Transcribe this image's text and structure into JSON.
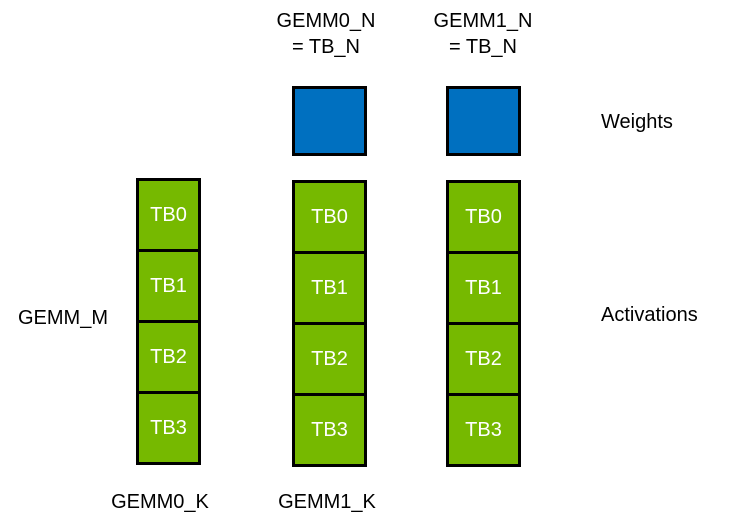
{
  "diagram": {
    "title_context": "GEMM thread-block tiling diagram",
    "column_headers": [
      {
        "line1": "GEMM0_N",
        "line2": "= TB_N"
      },
      {
        "line1": "GEMM1_N",
        "line2": "= TB_N"
      }
    ],
    "row_labels": {
      "weights": "Weights",
      "activations": "Activations",
      "gemm_m": "GEMM_M"
    },
    "bottom_labels": [
      "GEMM0_K",
      "GEMM1_K"
    ],
    "activation_columns": [
      {
        "cells": [
          "TB0",
          "TB1",
          "TB2",
          "TB3"
        ]
      },
      {
        "cells": [
          "TB0",
          "TB1",
          "TB2",
          "TB3"
        ]
      },
      {
        "cells": [
          "TB0",
          "TB1",
          "TB2",
          "TB3"
        ]
      }
    ],
    "weight_block_count": 2,
    "colors": {
      "background": "#FFFFFF",
      "weights_fill": "#0070C0",
      "activations_fill": "#76B900",
      "outline": "#000000",
      "tb_text": "#FFFFFF",
      "label_text": "#000000"
    }
  }
}
